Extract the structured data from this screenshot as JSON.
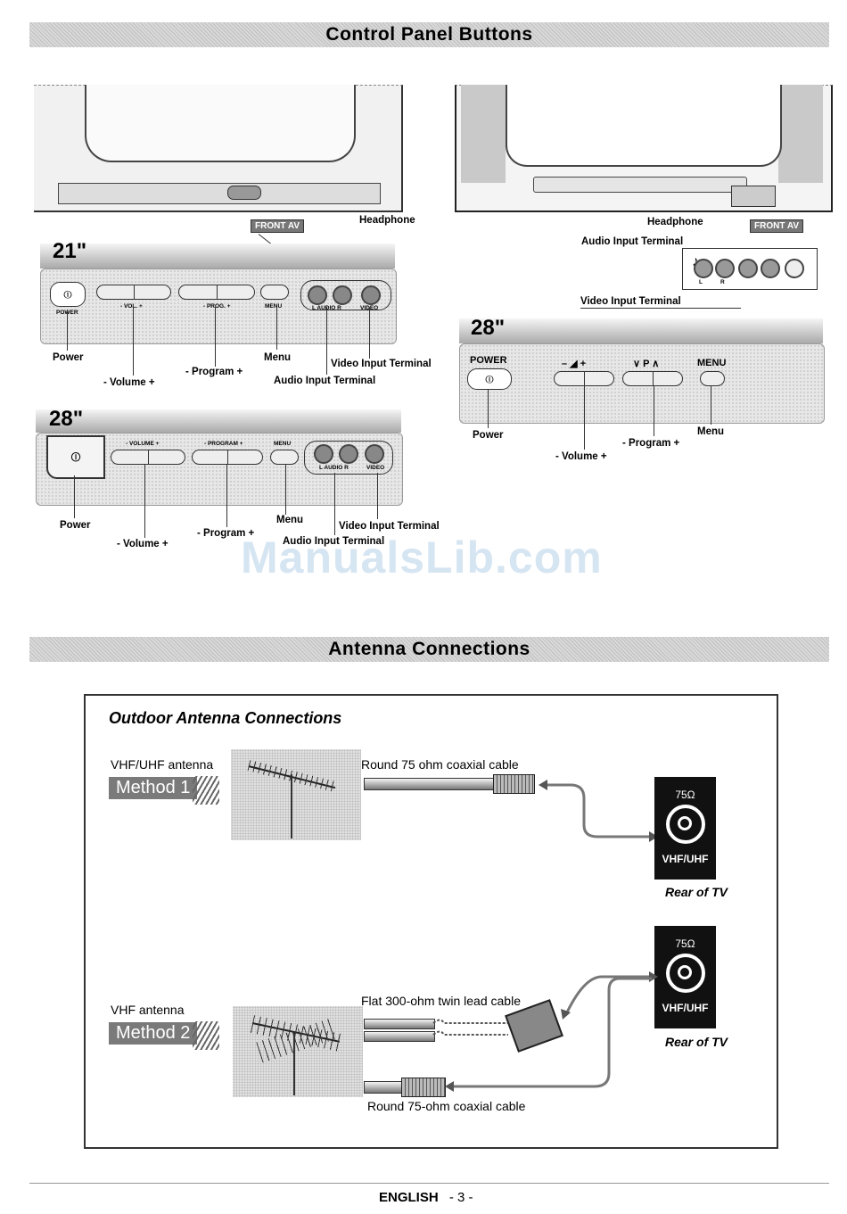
{
  "headers": {
    "control_panel": "Control Panel Buttons",
    "antenna": "Antenna Connections"
  },
  "left": {
    "headphone": "Headphone",
    "front_av": "FRONT AV",
    "m21": {
      "model": "21\"",
      "printed": {
        "power": "POWER",
        "vol": "- VOL. +",
        "prog": "- PROG. +",
        "menu": "MENU",
        "laudio": "L AUDIO R",
        "video": "VIDEO"
      },
      "callouts": {
        "power": "Power",
        "volume": "- Volume +",
        "program": "- Program +",
        "menu": "Menu",
        "video": "Video Input Terminal",
        "audio": "Audio Input Terminal"
      }
    },
    "m28": {
      "model": "28\"",
      "printed": {
        "vol": "- VOLUME +",
        "prog": "- PROGRAM +",
        "menu": "MENU",
        "laudio": "L AUDIO R",
        "video": "VIDEO"
      },
      "callouts": {
        "power": "Power",
        "volume": "- Volume +",
        "program": "- Program +",
        "menu": "Menu",
        "video": "Video Input Terminal",
        "audio": "Audio Input Terminal"
      }
    }
  },
  "right": {
    "headphone": "Headphone",
    "front_av": "FRONT AV",
    "audio_in": "Audio Input Terminal",
    "video_in": "Video Input Terminal",
    "jack_l": "L",
    "jack_r": "R",
    "m28": {
      "model": "28\"",
      "printed": {
        "power": "POWER",
        "vol": "–  ◢ +",
        "prog": "∨  P  ∧",
        "menu": "MENU"
      },
      "callouts": {
        "power": "Power",
        "volume": "- Volume +",
        "program": "- Program +",
        "menu": "Menu"
      }
    }
  },
  "watermark": "ManualsLib.com",
  "antenna": {
    "title": "Outdoor Antenna Connections",
    "method1": {
      "antenna": "VHF/UHF antenna",
      "label": "Method 1",
      "cable": "Round 75 ohm coaxial cable"
    },
    "method2": {
      "antenna": "VHF antenna",
      "label": "Method 2",
      "cable_flat": "Flat 300-ohm twin lead cable",
      "cable_round": "Round 75-ohm coaxial cable"
    },
    "rear": {
      "ohm": "75Ω",
      "port": "VHF/UHF",
      "caption": "Rear of TV"
    }
  },
  "footer": {
    "lang": "ENGLISH",
    "page": "- 3 -"
  }
}
